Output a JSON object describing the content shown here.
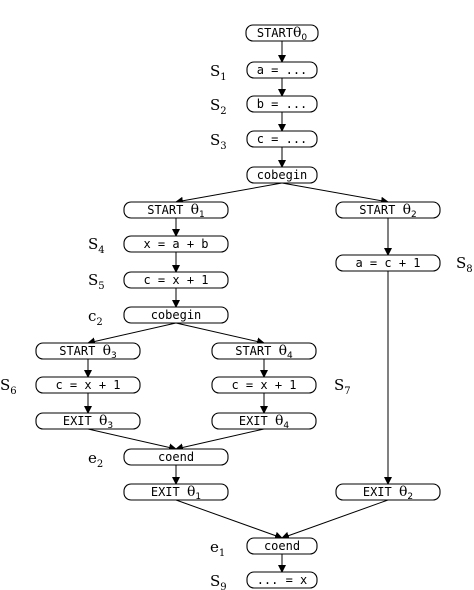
{
  "nodes": [
    {
      "id": "n-start0",
      "label": "START",
      "theta": "θ",
      "sub": "0"
    },
    {
      "id": "n-a",
      "label": "a = ..."
    },
    {
      "id": "n-b",
      "label": "b = ..."
    },
    {
      "id": "n-c",
      "label": "c = ..."
    },
    {
      "id": "n-cobegin1",
      "label": "cobegin"
    },
    {
      "id": "n-start1",
      "label": "START ",
      "theta": "θ",
      "sub": "1"
    },
    {
      "id": "n-start2",
      "label": "START ",
      "theta": "θ",
      "sub": "2"
    },
    {
      "id": "n-xab",
      "label": "x = a + b"
    },
    {
      "id": "n-acp1",
      "label": "a = c + 1"
    },
    {
      "id": "n-cxp1-main",
      "label": "c = x + 1"
    },
    {
      "id": "n-cobegin2",
      "label": "cobegin"
    },
    {
      "id": "n-start3",
      "label": "START ",
      "theta": "θ",
      "sub": "3"
    },
    {
      "id": "n-start4",
      "label": "START ",
      "theta": "θ",
      "sub": "4"
    },
    {
      "id": "n-cxp1-left",
      "label": "c = x + 1"
    },
    {
      "id": "n-cxp1-right",
      "label": "c = x + 1"
    },
    {
      "id": "n-exit3",
      "label": "EXIT ",
      "theta": "θ",
      "sub": "3"
    },
    {
      "id": "n-exit4",
      "label": "EXIT ",
      "theta": "θ",
      "sub": "4"
    },
    {
      "id": "n-coend2",
      "label": "coend"
    },
    {
      "id": "n-exit1",
      "label": "EXIT ",
      "theta": "θ",
      "sub": "1"
    },
    {
      "id": "n-exit2",
      "label": "EXIT ",
      "theta": "θ",
      "sub": "2"
    },
    {
      "id": "n-coend1",
      "label": "coend"
    },
    {
      "id": "n-final",
      "label": "... = x"
    }
  ],
  "side_labels": [
    {
      "id": "lbl-s1",
      "base": "S",
      "sub": "1"
    },
    {
      "id": "lbl-s2",
      "base": "S",
      "sub": "2"
    },
    {
      "id": "lbl-s3",
      "base": "S",
      "sub": "3"
    },
    {
      "id": "lbl-s4",
      "base": "S",
      "sub": "4"
    },
    {
      "id": "lbl-s5",
      "base": "S",
      "sub": "5"
    },
    {
      "id": "lbl-c2",
      "base": "c",
      "sub": "2"
    },
    {
      "id": "lbl-s6",
      "base": "S",
      "sub": "6"
    },
    {
      "id": "lbl-s7",
      "base": "S",
      "sub": "7"
    },
    {
      "id": "lbl-s8",
      "base": "S",
      "sub": "8"
    },
    {
      "id": "lbl-e2",
      "base": "e",
      "sub": "2"
    },
    {
      "id": "lbl-e1",
      "base": "e",
      "sub": "1"
    },
    {
      "id": "lbl-s9",
      "base": "S",
      "sub": "9"
    }
  ],
  "edges": [
    {
      "from": "n-start0",
      "to": "n-a"
    },
    {
      "from": "n-a",
      "to": "n-b"
    },
    {
      "from": "n-b",
      "to": "n-c"
    },
    {
      "from": "n-c",
      "to": "n-cobegin1"
    },
    {
      "from": "n-cobegin1",
      "to": "n-start1"
    },
    {
      "from": "n-cobegin1",
      "to": "n-start2"
    },
    {
      "from": "n-start1",
      "to": "n-xab"
    },
    {
      "from": "n-xab",
      "to": "n-cxp1-main"
    },
    {
      "from": "n-cxp1-main",
      "to": "n-cobegin2"
    },
    {
      "from": "n-cobegin2",
      "to": "n-start3"
    },
    {
      "from": "n-cobegin2",
      "to": "n-start4"
    },
    {
      "from": "n-start3",
      "to": "n-cxp1-left"
    },
    {
      "from": "n-start4",
      "to": "n-cxp1-right"
    },
    {
      "from": "n-cxp1-left",
      "to": "n-exit3"
    },
    {
      "from": "n-cxp1-right",
      "to": "n-exit4"
    },
    {
      "from": "n-exit3",
      "to": "n-coend2"
    },
    {
      "from": "n-exit4",
      "to": "n-coend2"
    },
    {
      "from": "n-coend2",
      "to": "n-exit1"
    },
    {
      "from": "n-start2",
      "to": "n-acp1"
    },
    {
      "from": "n-acp1",
      "to": "n-exit2"
    },
    {
      "from": "n-exit1",
      "to": "n-coend1"
    },
    {
      "from": "n-exit2",
      "to": "n-coend1"
    },
    {
      "from": "n-coend1",
      "to": "n-final"
    }
  ]
}
